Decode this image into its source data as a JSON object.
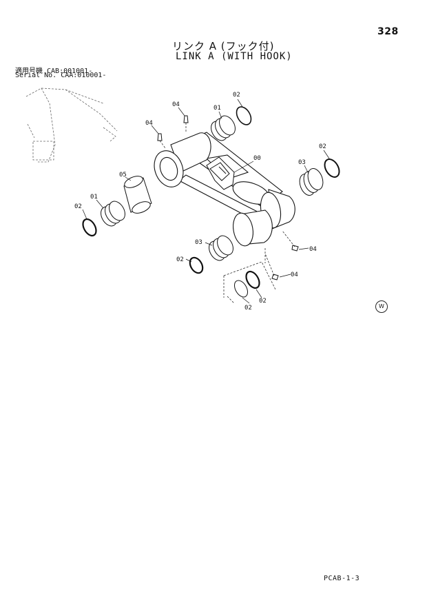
{
  "header": {
    "page_number": "328",
    "title_jp": "リンク A (フック付)",
    "title_en": "LINK A (WITH HOOK)",
    "serial_line_1": "適用号機 CAB:001001-",
    "serial_line_2": "Serial No. CAA:010001-"
  },
  "footer": {
    "doc_code": "PCAB-1-3",
    "w_mark": "W"
  },
  "diagram": {
    "part_labels": [
      "02",
      "01",
      "04",
      "04",
      "00",
      "05",
      "01",
      "02",
      "03",
      "02",
      "03",
      "02",
      "04",
      "04",
      "02",
      "02"
    ]
  }
}
